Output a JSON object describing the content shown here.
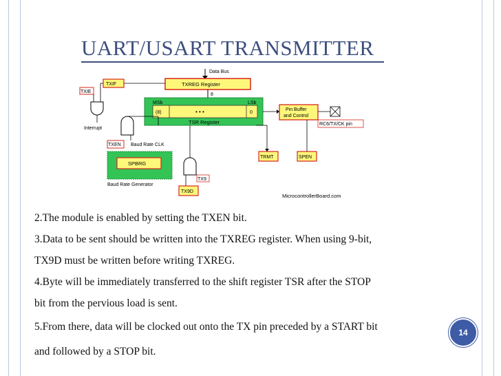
{
  "slide": {
    "title": "UART/USART TRANSMITTER ",
    "page_number": "14"
  },
  "diagram": {
    "data_bus": "Data Bus",
    "txif": "TXIF",
    "txie": "TXIE",
    "txreg": "TXREG Register",
    "bus_width": "8",
    "msb": "MSb",
    "lsb": "LSb",
    "msb_val": "(8)",
    "dots": "• • •",
    "lsb_val": "0",
    "tsr": "TSR Register",
    "pin_buffer_1": "Pin Buffer",
    "pin_buffer_2": "and Control",
    "pin": "RC6/TX/CK pin",
    "interrupt": "Interrupt",
    "txen": "TXEN",
    "baud_clk": "Baud Rate CLK",
    "trmt": "TRMT",
    "spen": "SPEN",
    "spbrg": "SPBRG",
    "baud_gen": "Baud Rate Generator",
    "tx9": "TX9",
    "tx9d": "TX9D",
    "watermark": "MicrocontrollerBoard.com",
    "colors": {
      "yellow": "#fdf77a",
      "green": "#34c456",
      "red": "#d8261c"
    }
  },
  "body": {
    "lines": [
      "2.The module is enabled by setting the TXEN bit.",
      "3.Data to be sent should be written into the TXREG register. When using 9-bit,",
      "TX9D must be written before writing TXREG.",
      "4.Byte will be immediately transferred to the shift register TSR after the STOP",
      "bit from the pervious load is sent.",
      "5.From there, data will be clocked out onto the TX pin preceded by a START bit",
      "and followed by a STOP bit."
    ]
  }
}
